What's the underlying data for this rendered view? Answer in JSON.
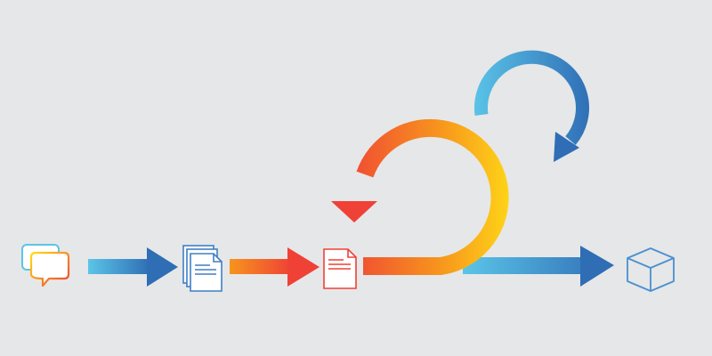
{
  "diagram": {
    "background": "#e6e7e8",
    "steps": [
      {
        "icon": "chat-bubbles-icon"
      },
      {
        "icon": "document-stack-icon"
      },
      {
        "icon": "document-icon"
      },
      {
        "icon": "cube-icon"
      }
    ],
    "connectors": [
      {
        "name": "flow-arrow-1",
        "from": "chat-bubbles-icon",
        "to": "document-stack-icon",
        "colors": [
          "#5bc5e8",
          "#2f6db5"
        ]
      },
      {
        "name": "flow-arrow-2",
        "from": "document-stack-icon",
        "to": "document-icon",
        "colors": [
          "#f7941d",
          "#ef4136"
        ]
      },
      {
        "name": "outer-loop-arrow",
        "from": "document-icon",
        "to": "document-icon",
        "colors": [
          "#ef4136",
          "#f7941d",
          "#ffde17"
        ]
      },
      {
        "name": "inner-loop-arrow",
        "from": "outer-loop-arrow",
        "to": "outer-loop-arrow",
        "colors": [
          "#5bc5e8",
          "#2f6db5"
        ]
      },
      {
        "name": "flow-arrow-3",
        "from": "outer-loop-arrow",
        "to": "cube-icon",
        "colors": [
          "#5bc5e8",
          "#2f6db5"
        ]
      }
    ]
  }
}
